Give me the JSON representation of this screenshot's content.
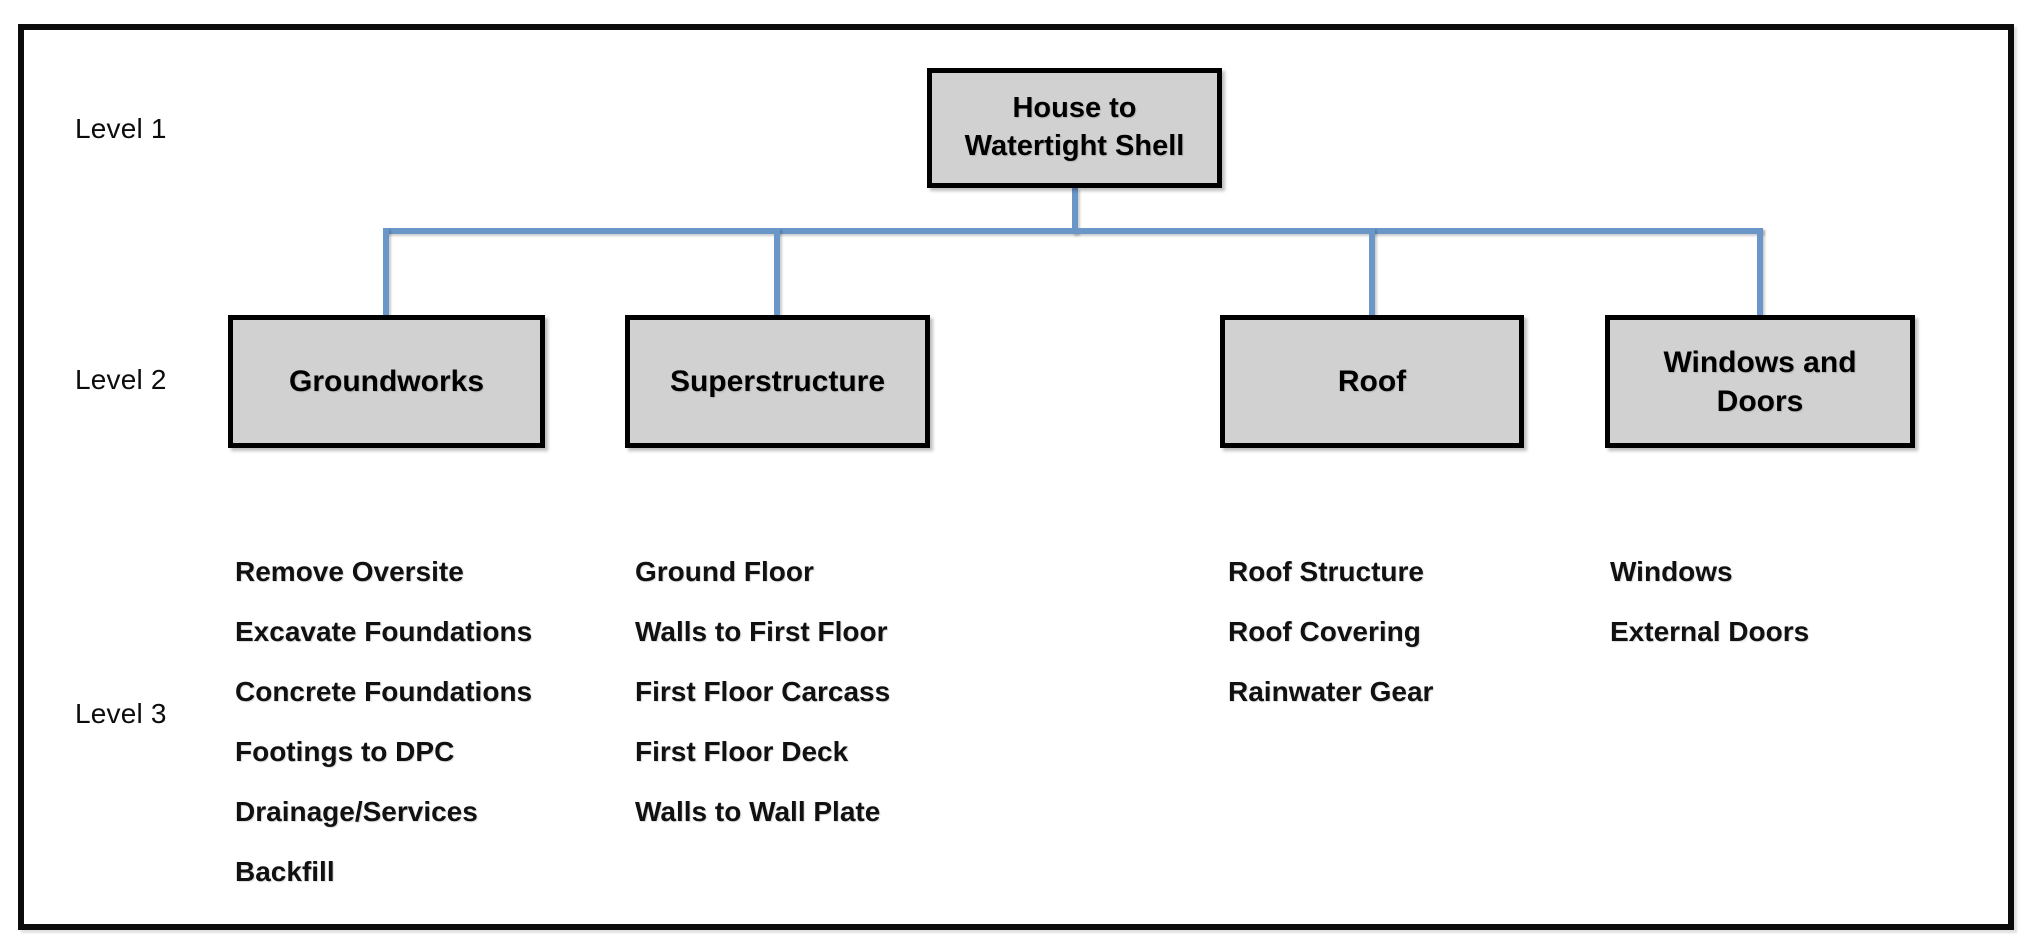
{
  "diagram": {
    "type": "work-breakdown-structure",
    "colors": {
      "background": "#ffffff",
      "box_fill": "#d1d1d1",
      "box_border": "#000000",
      "connector": "#6b96c8",
      "text": "#000000"
    },
    "levels": [
      {
        "label": "Level 1"
      },
      {
        "label": "Level 2"
      },
      {
        "label": "Level 3"
      }
    ],
    "root": {
      "label": "House to Watertight Shell"
    },
    "branches": [
      {
        "label": "Groundworks",
        "children": [
          "Remove Oversite",
          "Excavate Foundations",
          "Concrete Foundations",
          "Footings to DPC",
          "Drainage/Services",
          "Backfill"
        ]
      },
      {
        "label": "Superstructure",
        "children": [
          "Ground Floor",
          "Walls to First Floor",
          "First Floor Carcass",
          "First Floor Deck",
          "Walls to Wall Plate"
        ]
      },
      {
        "label": "Roof",
        "children": [
          "Roof Structure",
          "Roof Covering",
          "Rainwater Gear"
        ]
      },
      {
        "label": "Windows and Doors",
        "children": [
          "Windows",
          "External Doors"
        ]
      }
    ]
  }
}
